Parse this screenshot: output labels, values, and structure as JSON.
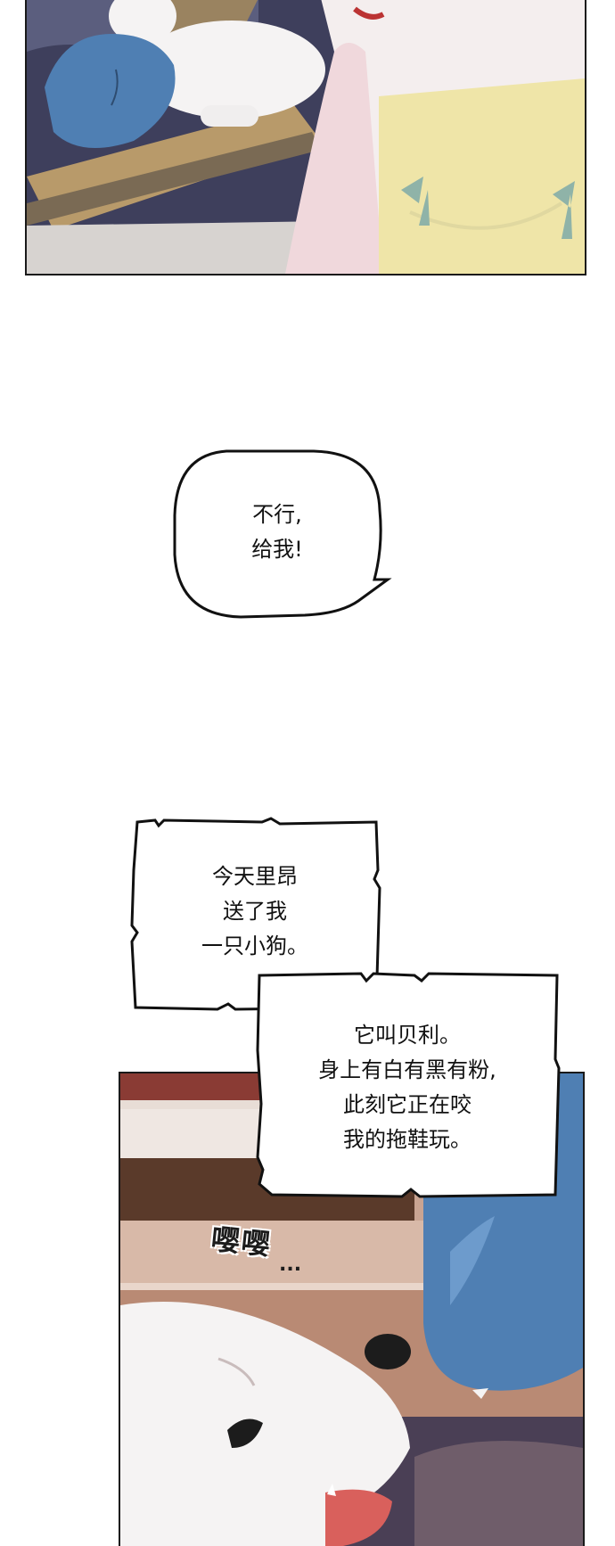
{
  "speech_bubble": {
    "lines": [
      "不行,",
      "给我!"
    ]
  },
  "narration_1": {
    "lines": [
      "今天里昂",
      "送了我",
      "一只小狗。"
    ]
  },
  "narration_2": {
    "lines": [
      "它叫贝利。",
      "身上有白有黑有粉,",
      "此刻它正在咬",
      "我的拖鞋玩。"
    ]
  },
  "sound_effect": {
    "text": "嘤嘤",
    "trail": "...",
    "icon": "whimper-sfx"
  },
  "colors": {
    "panel_border": "#1a1a1a",
    "carpet_dark": "#3e3f5c",
    "carpet_gold": "#b89a6a",
    "dress_yellow": "#efe5a8",
    "ribbon": "#8fb3a8",
    "skin": "#f0d8dc",
    "hair": "#f4eeee",
    "slipper_blue": "#4f7fb3",
    "wood": "#b98a74",
    "books_red": "#8a3b34",
    "dog_white": "#f5f3f3",
    "nose_black": "#1c1c1c",
    "tongue": "#d9605c"
  }
}
